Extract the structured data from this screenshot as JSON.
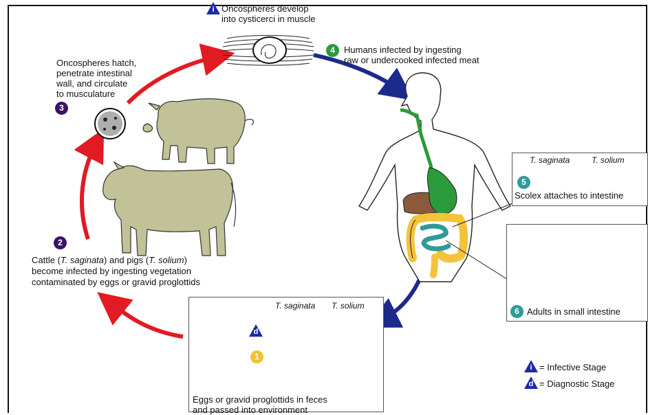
{
  "colors": {
    "stage_1": "#f2c230",
    "stage_2": "#3a1466",
    "stage_3": "#3a1466",
    "stage_4": "#2e9a3e",
    "stage_5": "#2f9a9a",
    "stage_6": "#2f9a9a",
    "triangle": "#1a2aa8",
    "arrow_red": "#e21a22",
    "arrow_blue": "#1c2a8c",
    "host_fill": "#c1c298",
    "stomach": "#2b9a3a",
    "liver": "#8a5a3a",
    "colon": "#f3c43a",
    "small_intestine": "#2f9a9a"
  },
  "stages": {
    "infective": {
      "letter": "i",
      "text_line1": "Oncospheres develop",
      "text_line2": "into cysticerci in muscle"
    },
    "s1": {
      "num": "1"
    },
    "s2": {
      "num": "2",
      "line1_a": "Cattle (",
      "line1_b": "T. saginata",
      "line1_c": ") and pigs (",
      "line1_d": "T. solium",
      "line1_e": ")",
      "line2": "become infected by ingesting vegetation",
      "line3": "contaminated by eggs or gravid proglottids"
    },
    "s3": {
      "num": "3",
      "line1": "Oncospheres hatch,",
      "line2": "penetrate intestinal",
      "line3": "wall, and circulate",
      "line4": "to musculature"
    },
    "s4": {
      "num": "4",
      "line1": "Humans infected by ingesting",
      "line2": "raw or undercooked infected meat"
    },
    "s5": {
      "num": "5",
      "species_a": "T. saginata",
      "species_b": "T. solium",
      "caption": "Scolex attaches to intestine"
    },
    "s6": {
      "num": "6",
      "caption": "Adults in small intestine"
    },
    "s1_box": {
      "diag_letter": "d",
      "species_a": "T. saginata",
      "species_b": "T. solium",
      "caption1": "Eggs or gravid proglottids in feces",
      "caption2": "and passed into environment"
    }
  },
  "legend": {
    "infective_letter": "i",
    "infective_label": "= Infective Stage",
    "diagnostic_letter": "d",
    "diagnostic_label": "= Diagnostic Stage"
  }
}
